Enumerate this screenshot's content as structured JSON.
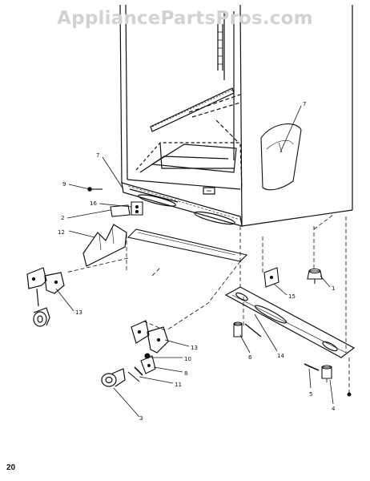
{
  "watermark": "AppliancePartsPros.com",
  "page_number": "20",
  "callouts": [
    {
      "id": "c-7a",
      "label": "7"
    },
    {
      "id": "c-7b",
      "label": "7"
    },
    {
      "id": "c-9",
      "label": "9"
    },
    {
      "id": "c-16",
      "label": "16"
    },
    {
      "id": "c-2",
      "label": "2"
    },
    {
      "id": "c-12",
      "label": "12"
    },
    {
      "id": "c-1",
      "label": "1"
    },
    {
      "id": "c-15",
      "label": "15"
    },
    {
      "id": "c-13a",
      "label": "13"
    },
    {
      "id": "c-13b",
      "label": "13"
    },
    {
      "id": "c-6",
      "label": "6"
    },
    {
      "id": "c-14",
      "label": "14"
    },
    {
      "id": "c-10",
      "label": "10"
    },
    {
      "id": "c-8",
      "label": "8"
    },
    {
      "id": "c-11",
      "label": "11"
    },
    {
      "id": "c-5",
      "label": "5"
    },
    {
      "id": "c-4",
      "label": "4"
    },
    {
      "id": "c-3",
      "label": "3"
    }
  ]
}
